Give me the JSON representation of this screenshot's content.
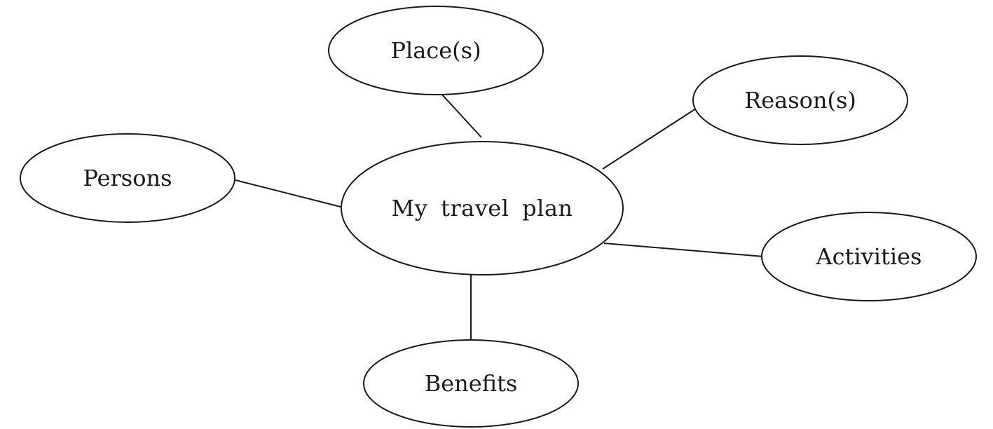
{
  "center": {
    "label": "My travel plan"
  },
  "nodes": {
    "place": "Place(s)",
    "reason": "Reason(s)",
    "persons": "Persons",
    "activities": "Activities",
    "benefits": "Benefits"
  }
}
